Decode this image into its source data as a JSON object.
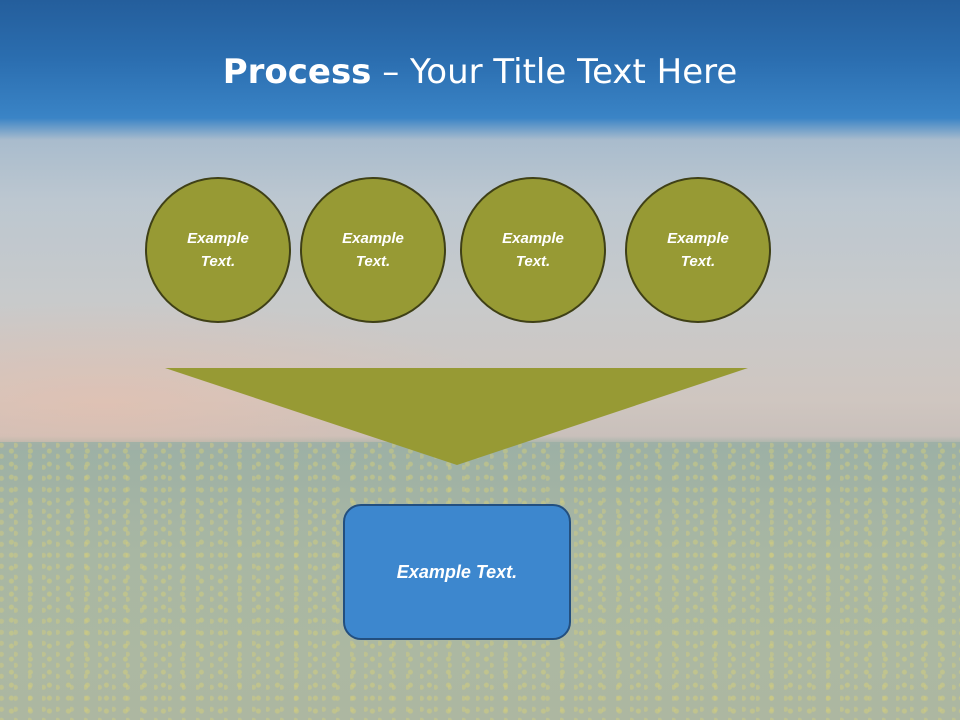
{
  "title": {
    "bold": "Process",
    "rest": " – Your Title Text Here"
  },
  "steps": [
    {
      "line1": "Example",
      "line2": "Text."
    },
    {
      "line1": "Example",
      "line2": "Text."
    },
    {
      "line1": "Example",
      "line2": "Text."
    },
    {
      "line1": "Example",
      "line2": "Text."
    }
  ],
  "result": {
    "label": "Example Text."
  },
  "colors": {
    "circle_fill": "#979a34",
    "circle_border": "#3f4016",
    "funnel_fill": "#979a34",
    "result_fill": "#3d87ce",
    "result_border": "#234f7f",
    "title_bar": "#2b6eb0"
  }
}
